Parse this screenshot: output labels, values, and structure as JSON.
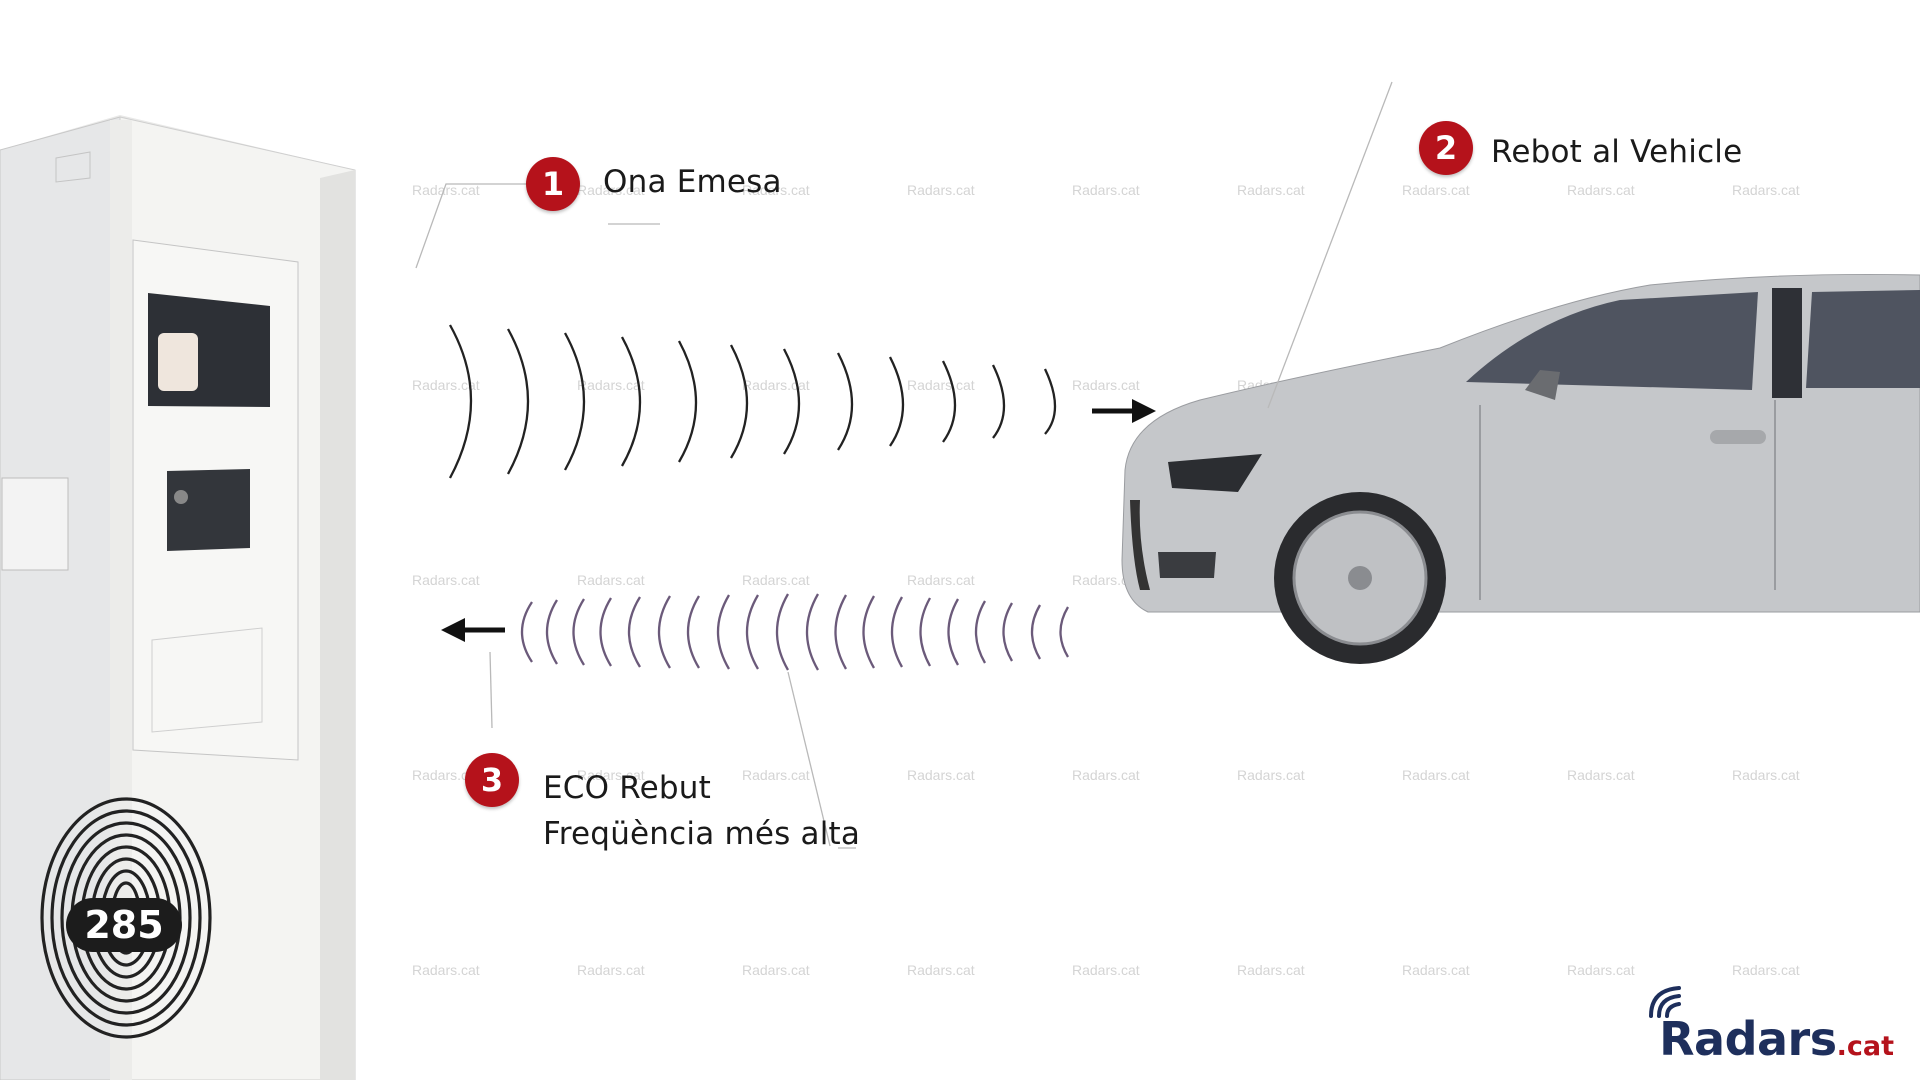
{
  "steps": [
    {
      "number": "1",
      "title": "Ona Emesa",
      "subtitle": ""
    },
    {
      "number": "2",
      "title": "Rebot al Vehicle",
      "subtitle": ""
    },
    {
      "number": "3",
      "title": "ECO Rebut",
      "subtitle": "Freqüència més alta"
    }
  ],
  "watermark": "Radars.cat",
  "logo": {
    "main": "Radars",
    "tld": ".cat"
  },
  "fingerprint_counter": "285",
  "colors": {
    "badge": "#b5121b",
    "logo_navy": "#1e2f5c",
    "car_body": "#c4c6c9",
    "radar_box": "#f2f2f1"
  },
  "icons": [
    "radar-cabinet-icon",
    "car-icon",
    "fingerprint-icon",
    "wifi-signal-icon",
    "arrow-right-icon",
    "arrow-left-icon"
  ]
}
